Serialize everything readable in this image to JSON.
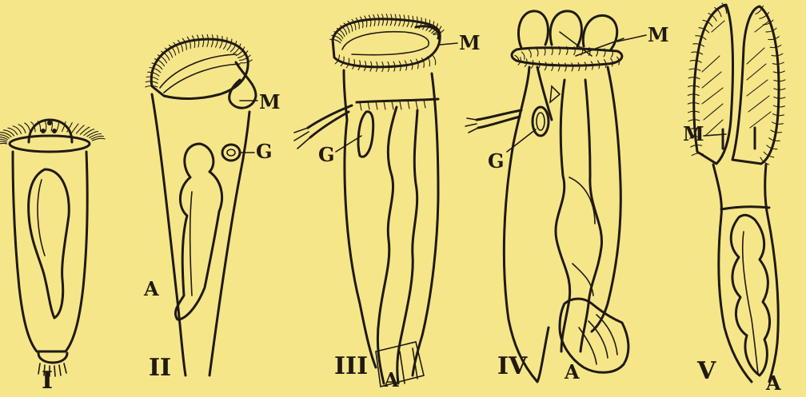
{
  "figures": [
    {
      "id": "I",
      "numeral": "I",
      "labels": []
    },
    {
      "id": "II",
      "numeral": "II",
      "labels": [
        "M",
        "G",
        "A"
      ]
    },
    {
      "id": "III",
      "numeral": "III",
      "labels": [
        "M",
        "G",
        "A"
      ]
    },
    {
      "id": "IV",
      "numeral": "IV",
      "labels": [
        "M",
        "G",
        "A"
      ]
    },
    {
      "id": "V",
      "numeral": "V",
      "labels": [
        "M",
        "A"
      ]
    }
  ],
  "colors": {
    "paper": "#f6e68a",
    "ink": "#1f1a12"
  }
}
